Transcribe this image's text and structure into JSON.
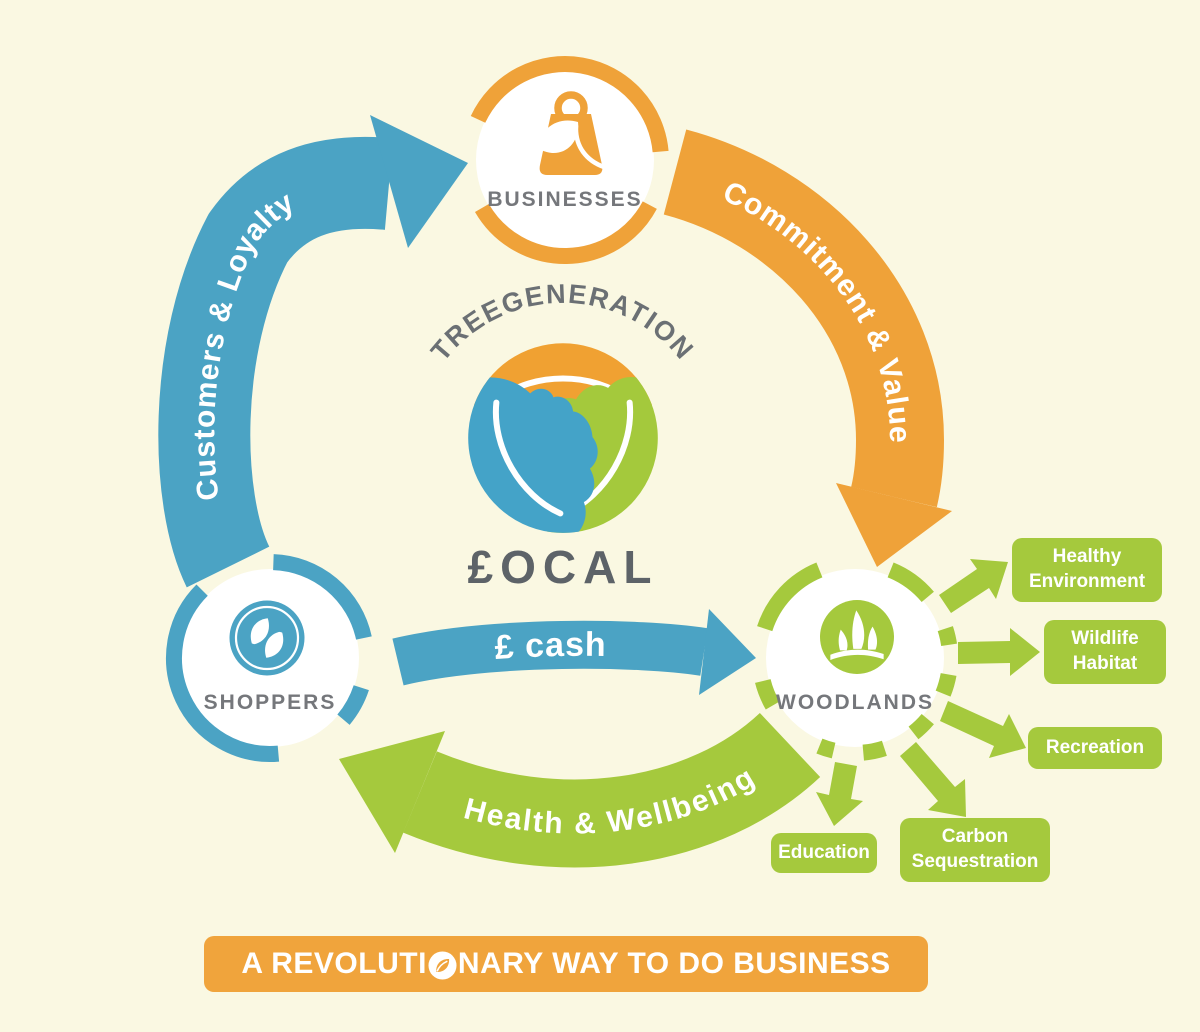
{
  "palette": {
    "background": "#FAF8E2",
    "orange": "#EFA239",
    "blue": "#4BA3C4",
    "green": "#A5C93D",
    "gray_text": "#6B7074"
  },
  "logo": {
    "arc_text": "TREEGENERATION",
    "wordmark": "£OCAL"
  },
  "nodes": {
    "businesses": {
      "label": "BUSINESSES"
    },
    "shoppers": {
      "label": "SHOPPERS"
    },
    "woodlands": {
      "label": "WOODLANDS"
    }
  },
  "flows": {
    "customers_loyalty": {
      "label": "Customers & Loyalty",
      "from": "SHOPPERS",
      "to": "BUSINESSES",
      "color": "#4BA3C4"
    },
    "commitment_value": {
      "label": "Commitment & Value",
      "from": "BUSINESSES",
      "to": "WOODLANDS",
      "color": "#EFA239"
    },
    "cash": {
      "label": "£ cash",
      "from": "SHOPPERS",
      "to": "WOODLANDS",
      "color": "#4BA3C4"
    },
    "health_wellbeing": {
      "label": "Health & Wellbeing",
      "from": "WOODLANDS",
      "to": "SHOPPERS",
      "color": "#A5C93D"
    }
  },
  "benefits": [
    {
      "label": "Healthy Environment"
    },
    {
      "label": "Wildlife Habitat"
    },
    {
      "label": "Recreation"
    },
    {
      "label": "Carbon Sequestration"
    },
    {
      "label": "Education"
    }
  ],
  "banner": {
    "text": "A REVOLUTIONARY WAY TO DO BUSINESS",
    "prefix": "A REVOLUTI",
    "suffix": "NARY WAY TO DO BUSINESS"
  }
}
